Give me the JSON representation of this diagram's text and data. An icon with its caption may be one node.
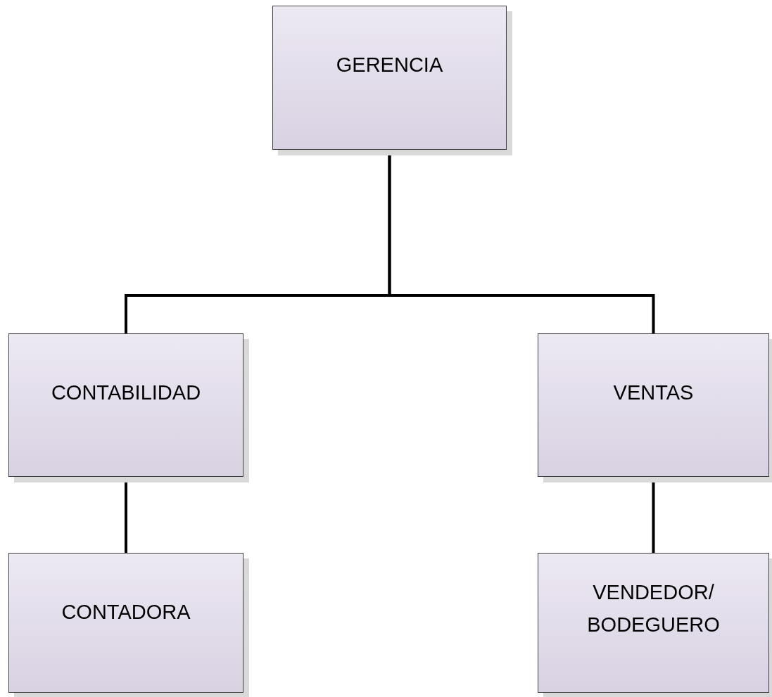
{
  "diagram": {
    "nodes": [
      {
        "text": [
          "GERENCIA"
        ]
      },
      {
        "text": [
          "CONTABILIDAD"
        ]
      },
      {
        "text": [
          "VENTAS"
        ]
      },
      {
        "text": [
          "CONTADORA"
        ]
      },
      {
        "text": [
          "VENDEDOR/ BODEGUERO"
        ]
      }
    ],
    "edges": [
      {
        "from": 0,
        "to": 1,
        "arrow": "none"
      },
      {
        "from": 0,
        "to": 2,
        "arrow": "none"
      },
      {
        "from": 1,
        "to": 3,
        "arrow": "none"
      },
      {
        "from": 2,
        "to": 4,
        "arrow": "none"
      }
    ]
  }
}
